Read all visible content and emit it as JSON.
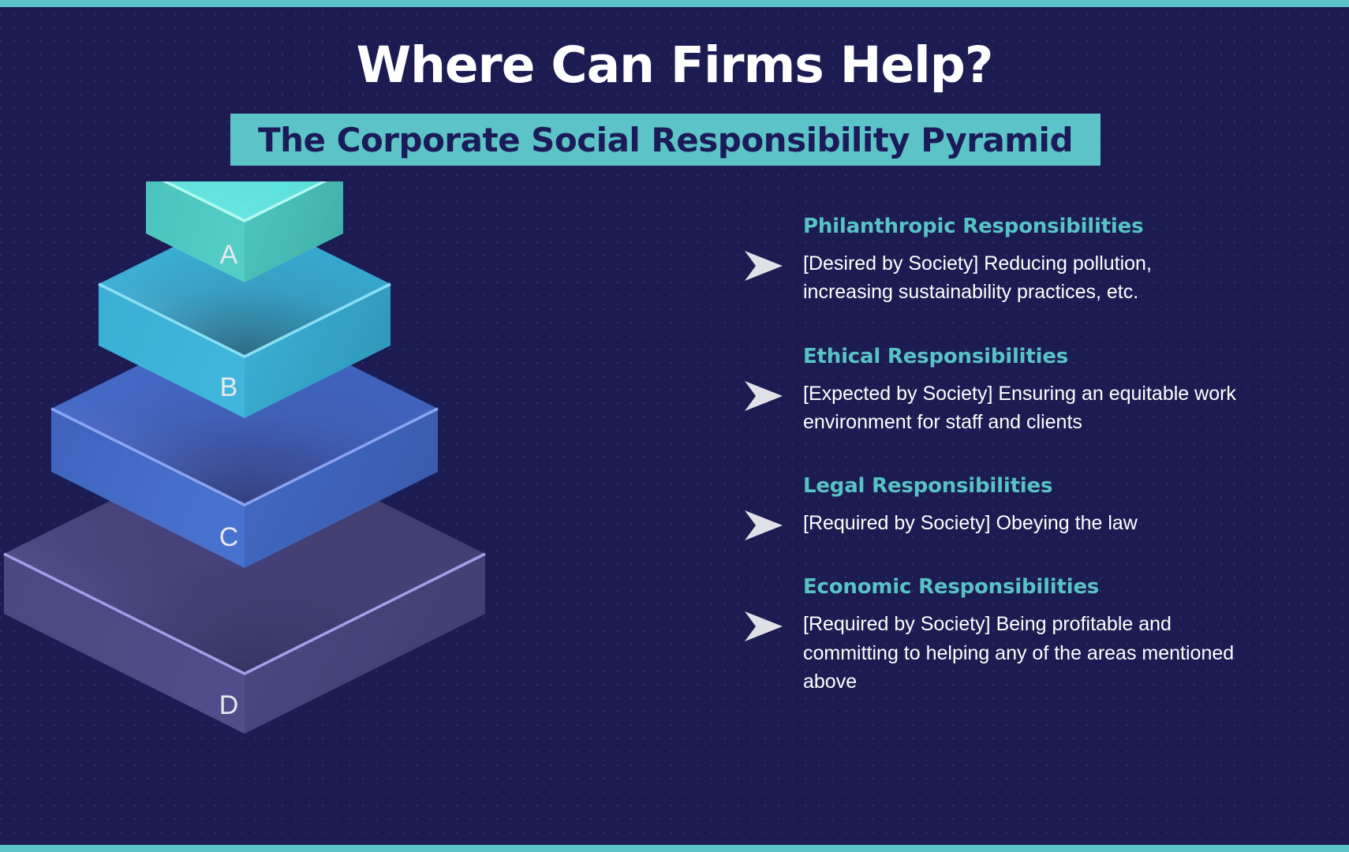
{
  "colors": {
    "background": "#1c1c52",
    "accent_bar": "#5cc3c6",
    "banner": "#5cc3c6",
    "heading_teal": "#58c3c4",
    "title_white": "#ffffff",
    "banner_text_navy": "#1b1b5a",
    "arrow_gray": "#e0e1e7",
    "tier_a": "#5ee0dc",
    "tier_b": "#41b7dd",
    "tier_c": "#4a6fd0",
    "tier_d": "#5d5a9e"
  },
  "header": {
    "title": "Where Can Firms Help?",
    "subtitle": "The Corporate Social Responsibility Pyramid"
  },
  "pyramid": {
    "tiers": [
      {
        "letter": "A",
        "name": "philanthropic",
        "color": "#5ee0dc"
      },
      {
        "letter": "B",
        "name": "ethical",
        "color": "#41b7dd"
      },
      {
        "letter": "C",
        "name": "legal",
        "color": "#4a6fd0"
      },
      {
        "letter": "D",
        "name": "economic",
        "color": "#5d5a9e"
      }
    ]
  },
  "items": [
    {
      "heading": "Philanthropic Responsibilities",
      "body": "[Desired by Society] Reducing pollution, increasing sustainability practices, etc.",
      "arrow": "arrow-right-icon"
    },
    {
      "heading": "Ethical Responsibilities",
      "body": "[Expected by Society] Ensuring an equitable work environment for staff and clients",
      "arrow": "arrow-right-icon"
    },
    {
      "heading": "Legal Responsibilities",
      "body": "[Required by Society] Obeying the law",
      "arrow": "arrow-right-icon"
    },
    {
      "heading": "Economic Responsibilities",
      "body": "[Required by Society] Being profitable and committing to helping any of the areas mentioned above",
      "arrow": "arrow-right-icon"
    }
  ]
}
